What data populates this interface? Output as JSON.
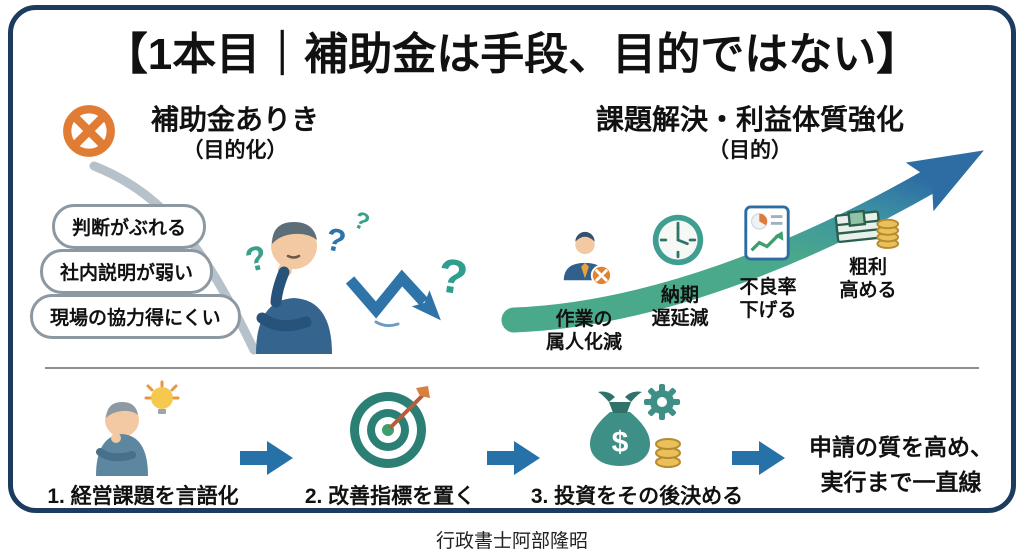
{
  "title": "【1本目｜補助金は手段、目的ではない】",
  "left": {
    "heading": "補助金ありき",
    "subheading": "（目的化）",
    "bubbles": [
      "判断がぶれる",
      "社内説明が弱い",
      "現場の協力得にくい"
    ],
    "question_marks": [
      "?",
      "?",
      "?",
      "?"
    ]
  },
  "right": {
    "heading": "課題解決・利益体質強化",
    "subheading": "（目的）",
    "milestones": [
      {
        "icon": "worker-x-icon",
        "label": "作業の\n属人化減"
      },
      {
        "icon": "clock-icon",
        "label": "納期\n遅延減"
      },
      {
        "icon": "report-chart-icon",
        "label": "不良率\n下げる"
      },
      {
        "icon": "money-stack-icon",
        "label": "粗利\n高める"
      }
    ]
  },
  "steps": [
    {
      "icon": "thinking-person-bulb-icon",
      "label": "1. 経営課題を言語化"
    },
    {
      "icon": "dart-target-icon",
      "label": "2. 改善指標を置く"
    },
    {
      "icon": "moneybag-gear-icon",
      "label": "3. 投資をその後決める"
    }
  ],
  "conclusion": "申請の質を高め、\n実行まで一直線",
  "footer": "行政書士阿部隆昭",
  "money_symbol": "$",
  "colors": {
    "border_navy": "#1d3b5e",
    "prohibition_orange": "#e07c33",
    "growth_green": "#49a98a",
    "arrow_blue": "#2e6da4",
    "coin_gold": "#eac05a"
  }
}
